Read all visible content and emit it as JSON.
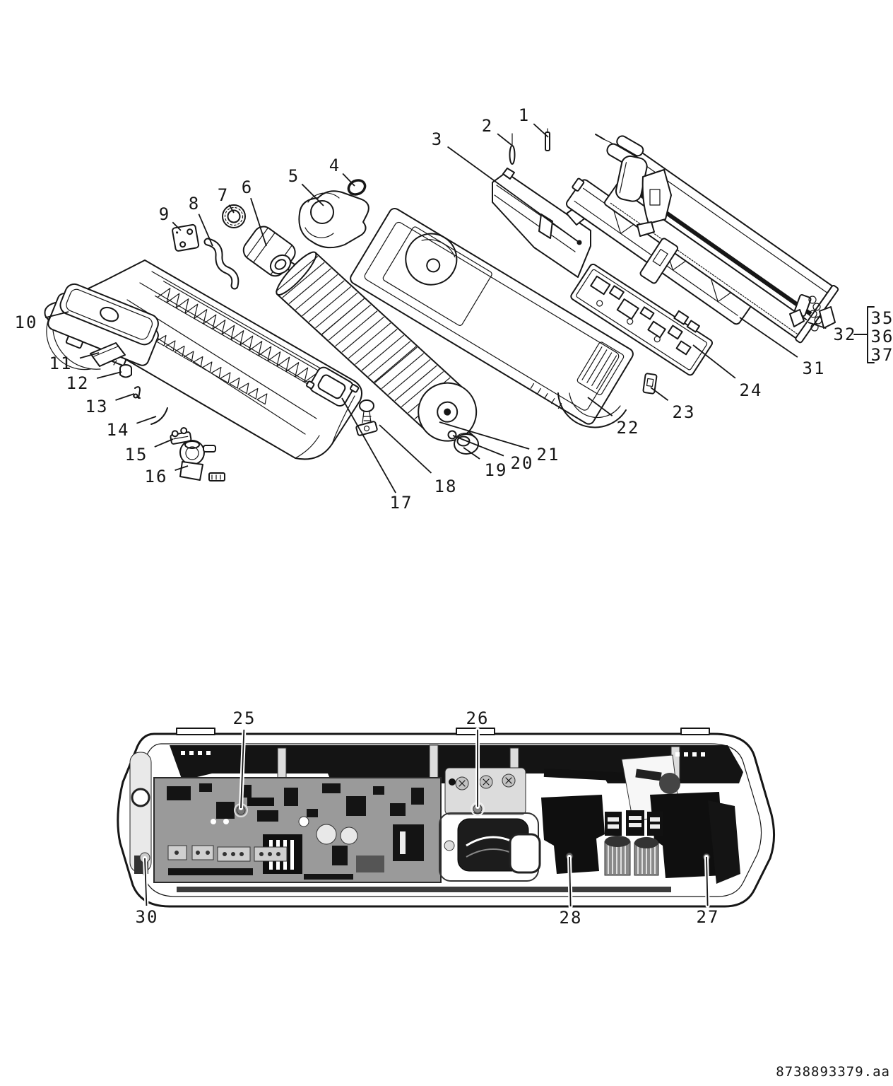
{
  "document": {
    "code": "8738893379.aa"
  },
  "colors": {
    "ink": "#161616",
    "paper": "#ffffff",
    "photo_dark": "#141414",
    "photo_mid": "#9a9a9a",
    "photo_light": "#e9e9e9"
  },
  "callouts": [
    {
      "n": "1",
      "label": [
        742,
        163
      ],
      "target": [
        776,
        194
      ]
    },
    {
      "n": "2",
      "label": [
        690,
        178
      ],
      "target": [
        724,
        205
      ]
    },
    {
      "n": "3",
      "label": [
        619,
        197
      ],
      "target": [
        820,
        343
      ],
      "dot": true
    },
    {
      "n": "4",
      "label": [
        474,
        234
      ],
      "target": [
        502,
        263
      ]
    },
    {
      "n": "5",
      "label": [
        416,
        249
      ],
      "target": [
        458,
        291
      ]
    },
    {
      "n": "6",
      "label": [
        350,
        265
      ],
      "target": [
        377,
        348
      ]
    },
    {
      "n": "7",
      "label": [
        316,
        276
      ],
      "target": [
        331,
        301
      ]
    },
    {
      "n": "8",
      "label": [
        275,
        288
      ],
      "target": [
        301,
        348
      ]
    },
    {
      "n": "9",
      "label": [
        233,
        303
      ],
      "target": [
        256,
        326
      ]
    },
    {
      "n": "10",
      "label": [
        37,
        456
      ],
      "target": [
        97,
        441
      ]
    },
    {
      "n": "11",
      "label": [
        86,
        514
      ],
      "target": [
        140,
        499
      ]
    },
    {
      "n": "12",
      "label": [
        110,
        542
      ],
      "target": [
        172,
        526
      ]
    },
    {
      "n": "13",
      "label": [
        137,
        575
      ],
      "target": [
        190,
        557
      ]
    },
    {
      "n": "14",
      "label": [
        167,
        608
      ],
      "target": [
        221,
        589
      ]
    },
    {
      "n": "15",
      "label": [
        193,
        643
      ],
      "target": [
        245,
        621
      ]
    },
    {
      "n": "16",
      "label": [
        221,
        674
      ],
      "target": [
        266,
        659
      ]
    },
    {
      "n": "17",
      "label": [
        568,
        711
      ],
      "target": [
        484,
        563
      ]
    },
    {
      "n": "18",
      "label": [
        631,
        688
      ],
      "target": [
        537,
        601
      ]
    },
    {
      "n": "19",
      "label": [
        702,
        665
      ],
      "target": [
        656,
        633
      ]
    },
    {
      "n": "20",
      "label": [
        739,
        655
      ],
      "target": [
        641,
        616
      ]
    },
    {
      "n": "21",
      "label": [
        776,
        643
      ],
      "target": [
        622,
        597
      ]
    },
    {
      "n": "22",
      "label": [
        889,
        605
      ],
      "target": [
        832,
        562
      ]
    },
    {
      "n": "23",
      "label": [
        968,
        583
      ],
      "target": [
        921,
        548
      ]
    },
    {
      "n": "24",
      "label": [
        1063,
        552
      ],
      "target": [
        981,
        488
      ]
    },
    {
      "n": "25",
      "label": [
        346,
        1016
      ],
      "target": [
        341,
        1143
      ],
      "casing": true
    },
    {
      "n": "26",
      "label": [
        676,
        1016
      ],
      "target": [
        676,
        1141
      ],
      "casing": true
    },
    {
      "n": "27",
      "label": [
        1002,
        1297
      ],
      "target": [
        1000,
        1212
      ],
      "casing": true
    },
    {
      "n": "28",
      "label": [
        808,
        1298
      ],
      "target": [
        806,
        1212
      ],
      "casing": true
    },
    {
      "n": "30",
      "label": [
        208,
        1297
      ],
      "target": [
        205,
        1214
      ],
      "casing": true
    },
    {
      "n": "31",
      "label": [
        1152,
        521
      ],
      "target": [
        1047,
        449
      ]
    },
    {
      "n": "32",
      "label": [
        1196,
        473
      ],
      "target": [
        1144,
        456
      ]
    }
  ],
  "bracket_group": {
    "attached_to": "32",
    "items": [
      "35",
      "36",
      "37"
    ]
  }
}
